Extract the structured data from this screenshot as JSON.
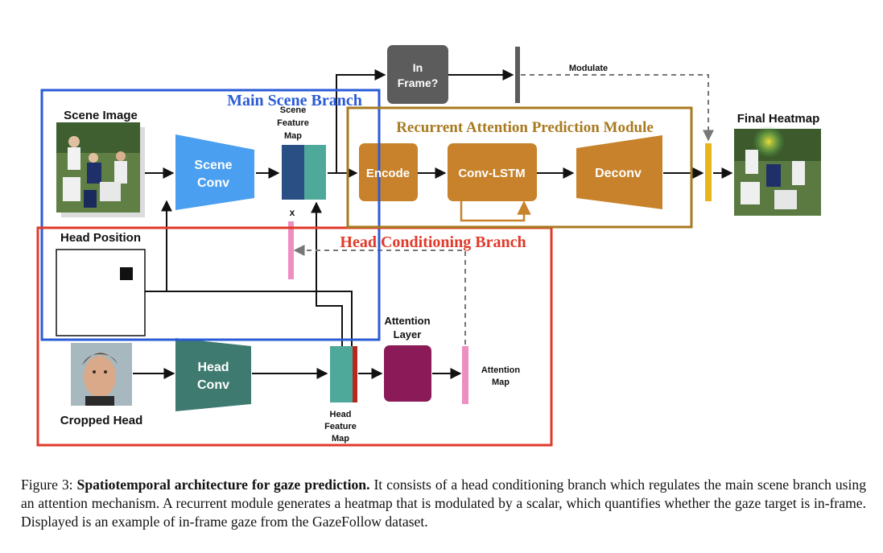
{
  "colors": {
    "main_scene": "#2a5bd7",
    "head_cond": "#e03a2a",
    "recurrent": "#a87a1f",
    "scene_conv": "#4a9ff0",
    "head_conv": "#3e7a6f",
    "orange_block": "#c7822b",
    "gray_block": "#5c5c5c",
    "attention_layer": "#8a1b58",
    "feature_navy": "#2a4f84",
    "feature_teal": "#4fa99a",
    "feature_red": "#b5281e",
    "pink_bar": "#ee8fc2",
    "yellow_bar": "#e8b51e"
  },
  "diagram": {
    "scene_image_label": "Scene Image",
    "head_position_label": "Head Position",
    "cropped_head_label": "Cropped Head",
    "final_heatmap_label": "Final Heatmap",
    "main_scene_branch": "Main Scene Branch",
    "head_cond_branch": "Head Conditioning Branch",
    "recurrent_module": "Recurrent Attention Prediction Module",
    "scene_conv": [
      "Scene",
      "Conv"
    ],
    "head_conv": [
      "Head",
      "Conv"
    ],
    "scene_feature_map": [
      "Scene",
      "Feature",
      "Map"
    ],
    "head_feature_map": [
      "Head",
      "Feature",
      "Map"
    ],
    "attention_layer": [
      "Attention",
      "Layer"
    ],
    "attention_map": [
      "Attention",
      "Map"
    ],
    "in_frame": [
      "In",
      "Frame?"
    ],
    "modulate": "Modulate",
    "encode": "Encode",
    "conv_lstm": "Conv-LSTM",
    "deconv": "Deconv",
    "multiply": "x"
  },
  "caption": {
    "prefix": "Figure 3: ",
    "bold": "Spatiotemporal architecture for gaze prediction.",
    "rest": " It consists of a head conditioning branch which regulates the main scene branch using an attention mechanism. A recurrent module generates a heatmap that is modulated by a scalar, which quantifies whether the gaze target is in-frame. Displayed is an example of in-frame gaze from the GazeFollow dataset."
  }
}
